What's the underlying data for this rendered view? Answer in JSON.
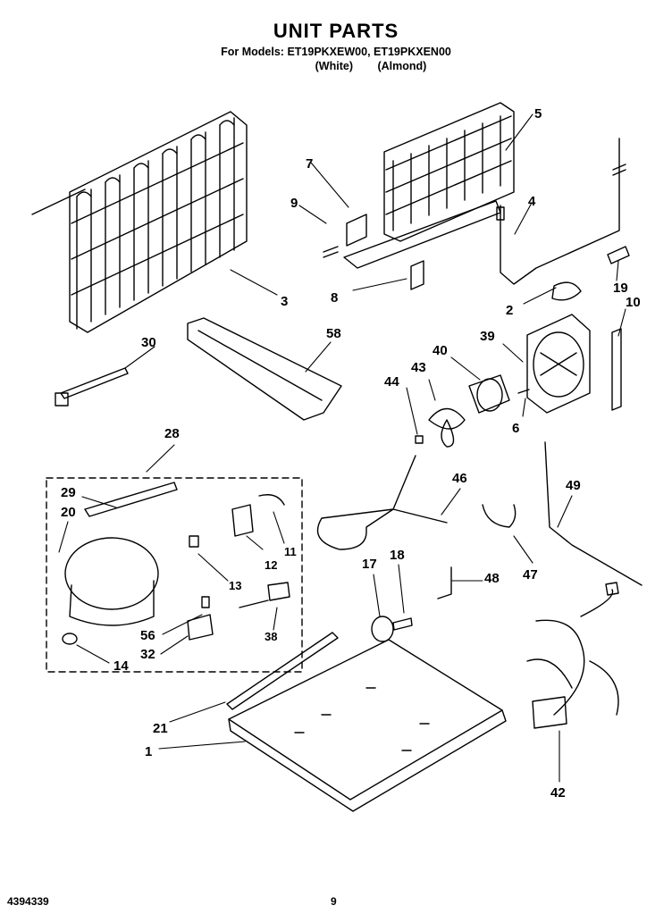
{
  "header": {
    "title": "UNIT PARTS",
    "models": "For Models: ET19PKXEW00, ET19PKXEN00",
    "color_white": "(White)",
    "color_almond": "(Almond)"
  },
  "footer": {
    "doc_number": "4394339",
    "page_number": "9"
  },
  "callouts": {
    "c1": "1",
    "c2": "2",
    "c3": "3",
    "c4": "4",
    "c5": "5",
    "c6": "6",
    "c7": "7",
    "c8": "8",
    "c9": "9",
    "c10": "10",
    "c11": "11",
    "c12": "12",
    "c13": "13",
    "c14": "14",
    "c17": "17",
    "c18": "18",
    "c19": "19",
    "c20": "20",
    "c21": "21",
    "c28": "28",
    "c29": "29",
    "c30": "30",
    "c32": "32",
    "c38": "38",
    "c39": "39",
    "c40": "40",
    "c42": "42",
    "c43": "43",
    "c44": "44",
    "c46": "46",
    "c47": "47",
    "c48": "48",
    "c49": "49",
    "c56": "56",
    "c58": "58"
  }
}
